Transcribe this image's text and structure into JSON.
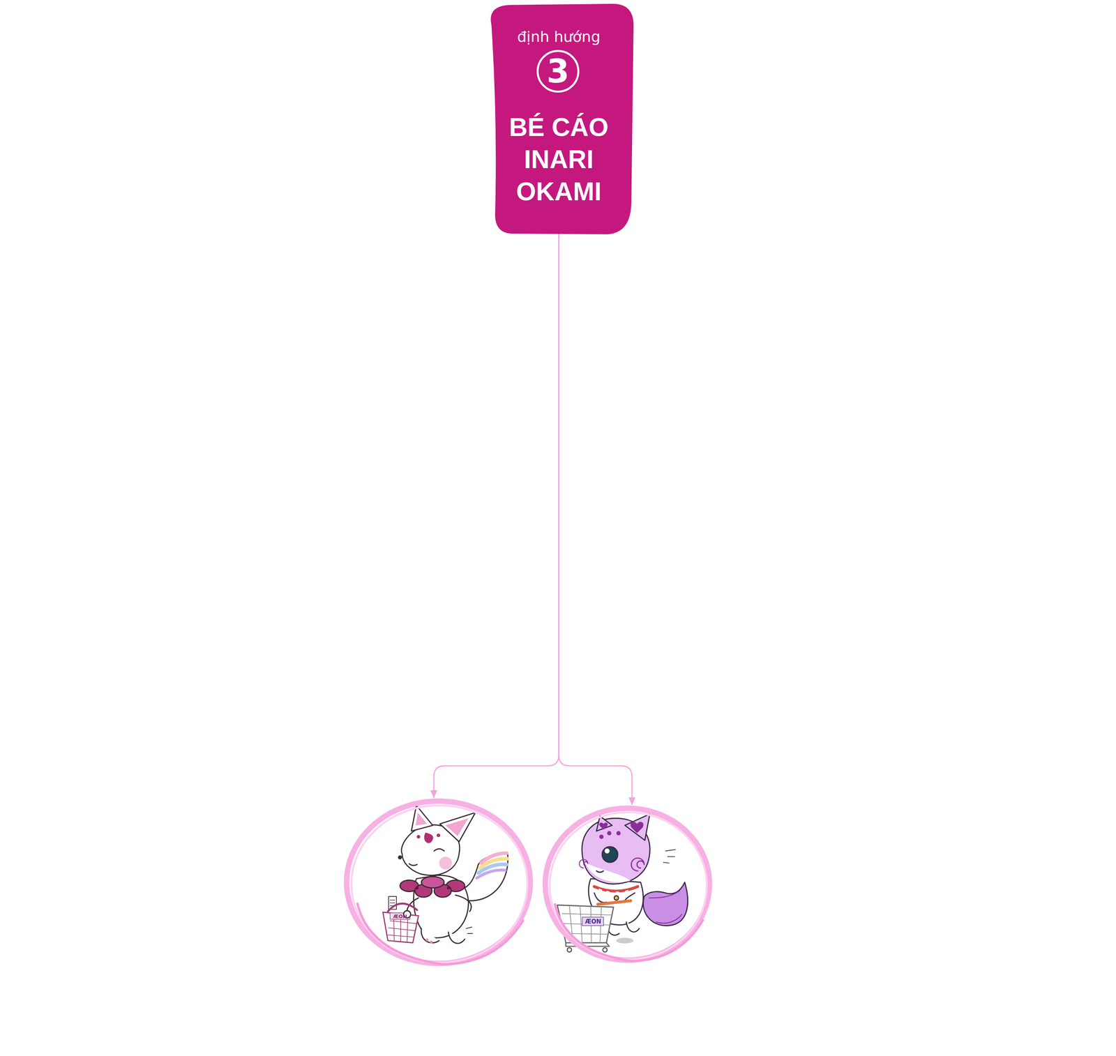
{
  "diagram": {
    "nodes": [
      {
        "text": [
          "định hướng",
          "3",
          "BÉ CÁO INARI OKAMI"
        ]
      },
      {
        "text": [
          "ÆON"
        ]
      },
      {
        "text": [
          "ÆON"
        ]
      }
    ],
    "edges": [
      {
        "from": 0,
        "to": 1,
        "arrow": "to"
      },
      {
        "from": 0,
        "to": 2,
        "arrow": "to"
      }
    ]
  }
}
